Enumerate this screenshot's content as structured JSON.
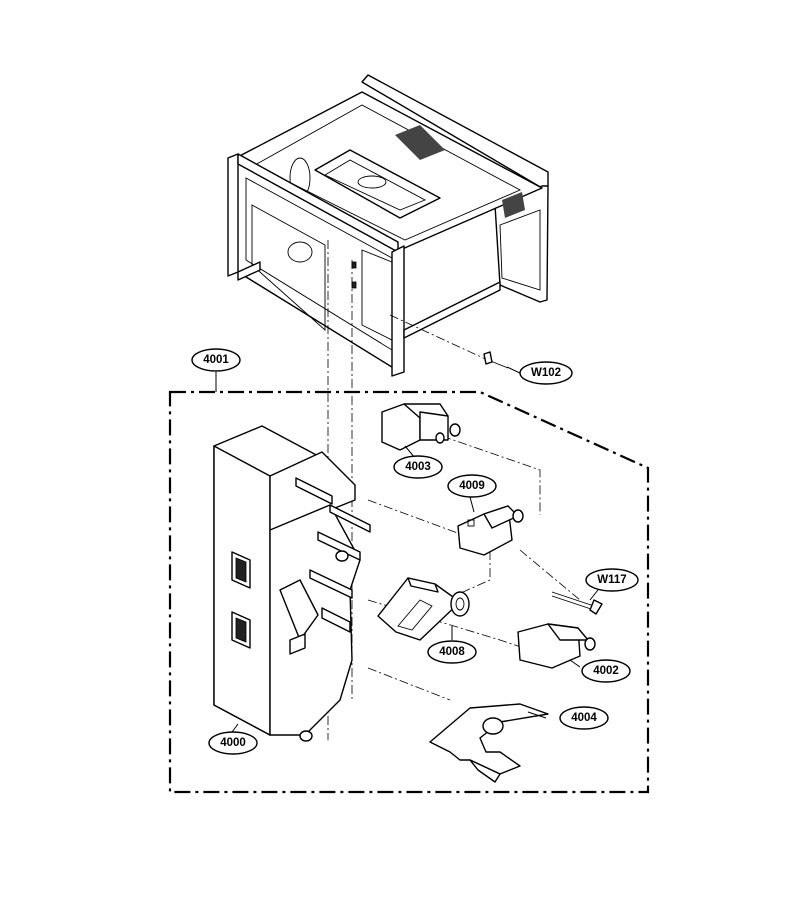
{
  "callouts": {
    "assembly": "4001",
    "screw_top": "W102",
    "switch_upper": "4003",
    "switch_middle": "4009",
    "screw_side": "W117",
    "lever": "4008",
    "switch_lower": "4002",
    "latch_hook": "4004",
    "bracket": "4000"
  },
  "style": {
    "line_color": "#000000",
    "background": "#ffffff"
  }
}
